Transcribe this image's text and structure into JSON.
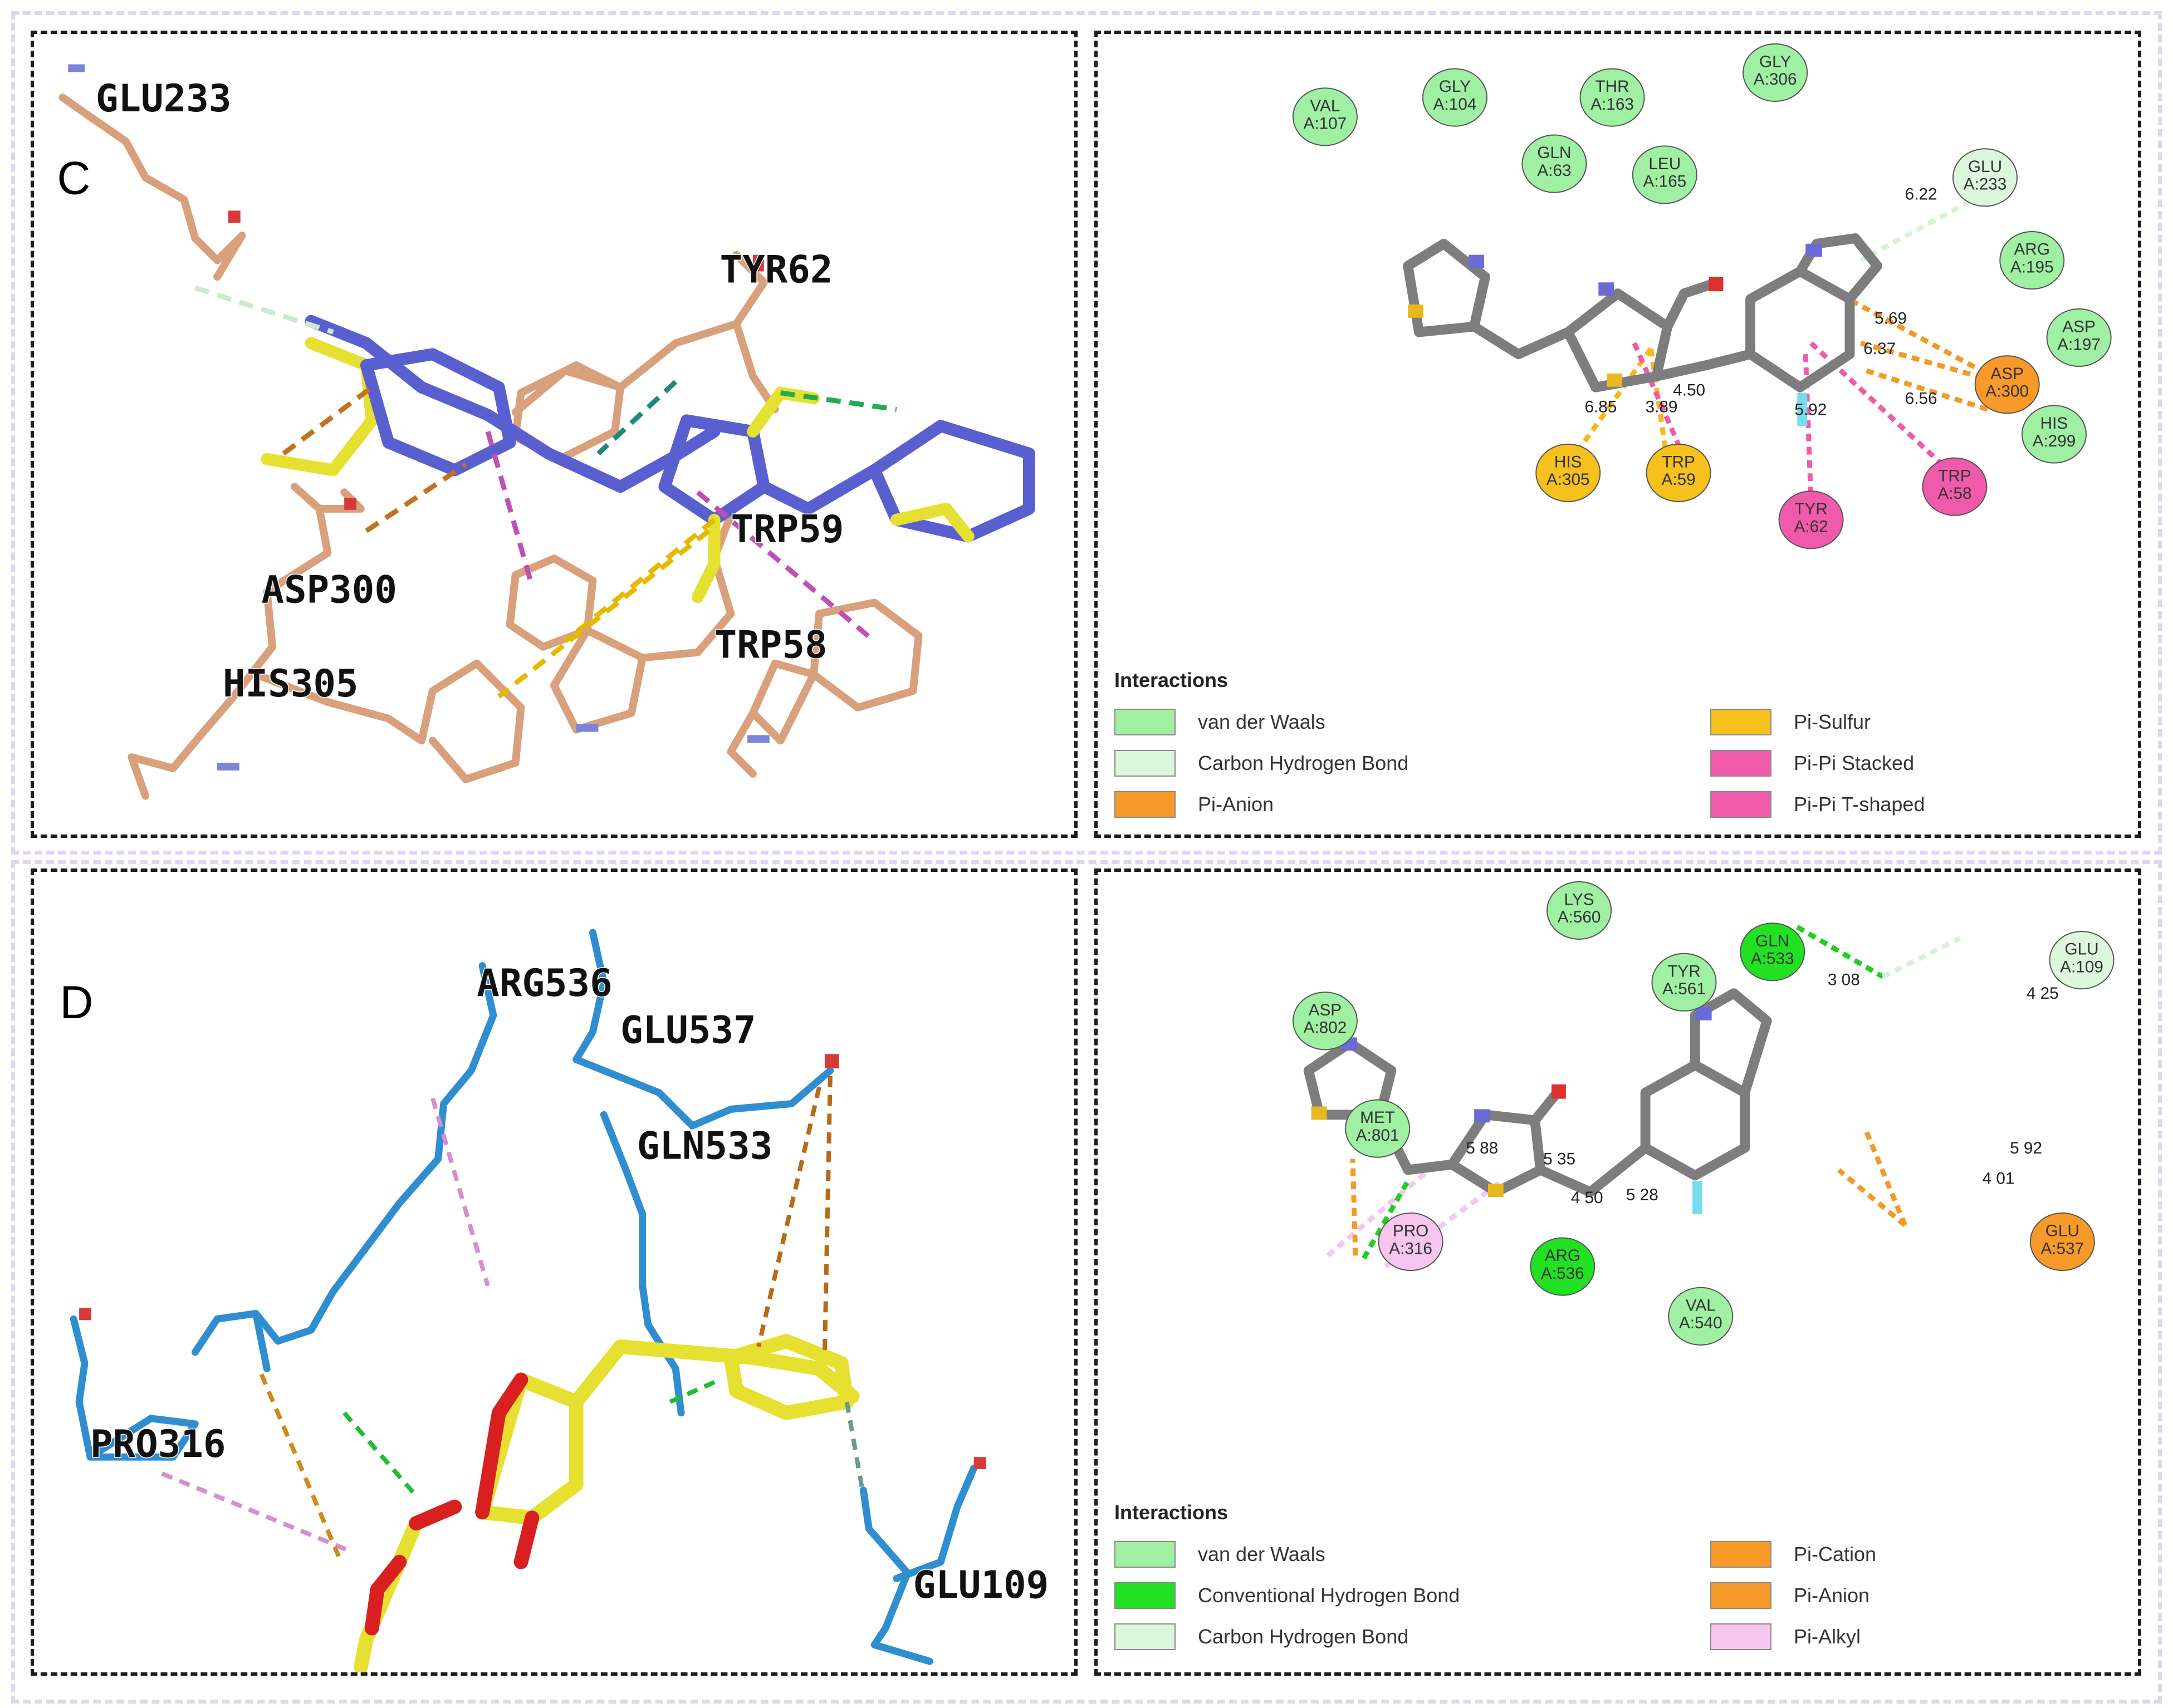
{
  "panels": {
    "c3d": {
      "label": "C",
      "residues": [
        "GLU233",
        "TYR62",
        "ASP300",
        "HIS305",
        "TRP59",
        "TRP58"
      ]
    },
    "c2d": {
      "residues": [
        {
          "name": "VAL",
          "id": "A:107",
          "type": "van der Waals"
        },
        {
          "name": "GLY",
          "id": "A:104",
          "type": "van der Waals"
        },
        {
          "name": "THR",
          "id": "A:163",
          "type": "van der Waals"
        },
        {
          "name": "GLY",
          "id": "A:306",
          "type": "van der Waals"
        },
        {
          "name": "GLN",
          "id": "A:63",
          "type": "van der Waals"
        },
        {
          "name": "LEU",
          "id": "A:165",
          "type": "van der Waals"
        },
        {
          "name": "GLU",
          "id": "A:233",
          "type": "Carbon Hydrogen Bond"
        },
        {
          "name": "ARG",
          "id": "A:195",
          "type": "van der Waals"
        },
        {
          "name": "ASP",
          "id": "A:197",
          "type": "van der Waals"
        },
        {
          "name": "ASP",
          "id": "A:300",
          "type": "Pi-Anion"
        },
        {
          "name": "HIS",
          "id": "A:299",
          "type": "van der Waals"
        },
        {
          "name": "HIS",
          "id": "A:305",
          "type": "Pi-Sulfur"
        },
        {
          "name": "TRP",
          "id": "A:59",
          "type": "Pi-Sulfur"
        },
        {
          "name": "TYR",
          "id": "A:62",
          "type": "Pi-Pi T-shaped"
        },
        {
          "name": "TRP",
          "id": "A:58",
          "type": "Pi-Pi Stacked"
        }
      ],
      "distances": [
        "6.22",
        "5.69",
        "6.37",
        "4.50",
        "6.85",
        "3.89",
        "6.56",
        "5.92"
      ],
      "legend": {
        "title": "Interactions",
        "items": [
          {
            "label": "van der Waals",
            "color": "#9ff0a3"
          },
          {
            "label": "Carbon Hydrogen Bond",
            "color": "#dcf7dc"
          },
          {
            "label": "Pi-Anion",
            "color": "#f79a2a"
          },
          {
            "label": "Pi-Sulfur",
            "color": "#f6c11c"
          },
          {
            "label": "Pi-Pi Stacked",
            "color": "#f05aab"
          },
          {
            "label": "Pi-Pi T-shaped",
            "color": "#f05aab"
          }
        ]
      }
    },
    "d3d": {
      "label": "D",
      "residues": [
        "ARG536",
        "GLU537",
        "GLN533",
        "PRO316",
        "GLU109"
      ]
    },
    "d2d": {
      "residues": [
        {
          "name": "LYS",
          "id": "A:560",
          "type": "van der Waals"
        },
        {
          "name": "GLN",
          "id": "A:533",
          "type": "Conventional Hydrogen Bond"
        },
        {
          "name": "GLU",
          "id": "A:109",
          "type": "Carbon Hydrogen Bond"
        },
        {
          "name": "TYR",
          "id": "A:561",
          "type": "van der Waals"
        },
        {
          "name": "ASP",
          "id": "A:802",
          "type": "van der Waals"
        },
        {
          "name": "MET",
          "id": "A:801",
          "type": "van der Waals"
        },
        {
          "name": "PRO",
          "id": "A:316",
          "type": "Pi-Alkyl"
        },
        {
          "name": "ARG",
          "id": "A:536",
          "type": "Conventional Hydrogen Bond"
        },
        {
          "name": "VAL",
          "id": "A:540",
          "type": "van der Waals"
        },
        {
          "name": "GLU",
          "id": "A:537",
          "type": "Pi-Anion"
        }
      ],
      "distances": [
        "3 08",
        "4 25",
        "5 88",
        "5 35",
        "4 50",
        "5 28",
        "5 92",
        "4 01"
      ],
      "legend": {
        "title": "Interactions",
        "items": [
          {
            "label": "van der Waals",
            "color": "#9ff0a3"
          },
          {
            "label": "Conventional Hydrogen Bond",
            "color": "#22e022"
          },
          {
            "label": "Carbon Hydrogen Bond",
            "color": "#dcf7dc"
          },
          {
            "label": "Pi-Cation",
            "color": "#f79a2a"
          },
          {
            "label": "Pi-Anion",
            "color": "#f79a2a"
          },
          {
            "label": "Pi-Alkyl",
            "color": "#f6c6ef"
          }
        ]
      }
    }
  }
}
